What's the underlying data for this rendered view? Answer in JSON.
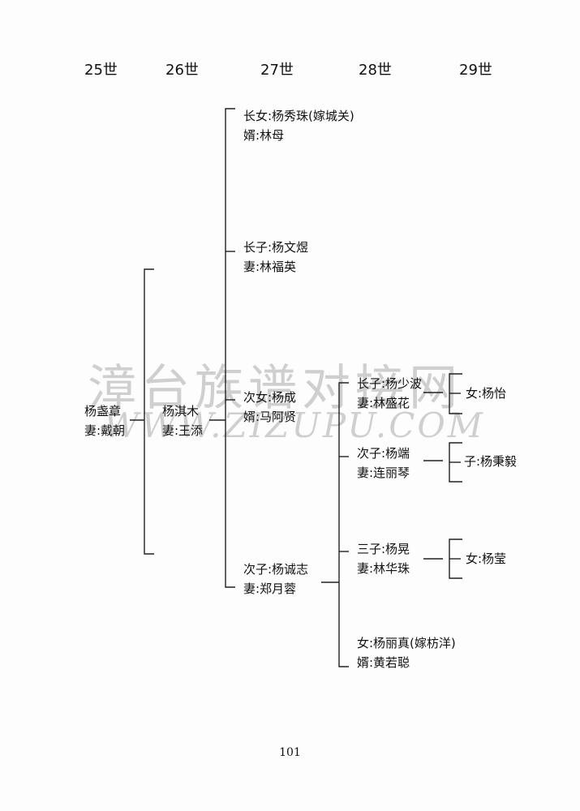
{
  "generations": [
    "25世",
    "26世",
    "27世",
    "28世",
    "29世"
  ],
  "watermark": {
    "chinese": "漳台族谱对接网",
    "english": "WWW.ZIZUPU.COM"
  },
  "nodes": {
    "g25": {
      "name": "杨盏章",
      "spouse": "妻:戴朝"
    },
    "g26": {
      "name": "杨淇木",
      "spouse": "妻:王添"
    },
    "g27_eldest_daughter": {
      "name": "长女:杨秀珠(嫁城关)",
      "spouse": "婿:林母"
    },
    "g27_eldest_son": {
      "name": "长子:杨文煜",
      "spouse": "妻:林福英"
    },
    "g27_second_daughter": {
      "name": "次女:杨成",
      "spouse": "婿:马阿贤"
    },
    "g27_second_son": {
      "name": "次子:杨诚志",
      "spouse": "妻:郑月蓉"
    },
    "g28_eldest_son": {
      "name": "长子:杨少波",
      "spouse": "妻:林盛花"
    },
    "g28_second_son": {
      "name": "次子:杨端",
      "spouse": "妻:连丽琴"
    },
    "g28_third_son": {
      "name": "三子:杨晃",
      "spouse": "妻:林华珠"
    },
    "g28_daughter": {
      "name": "女:杨丽真(嫁枋洋)",
      "spouse": "婿:黄若聪"
    },
    "g29_daughter_of_shaobo": {
      "name": "女:杨怡"
    },
    "g29_son_of_duan": {
      "name": "子:杨秉毅"
    },
    "g29_daughter_of_huang": {
      "name": "女:杨莹"
    }
  },
  "page_number": "101"
}
